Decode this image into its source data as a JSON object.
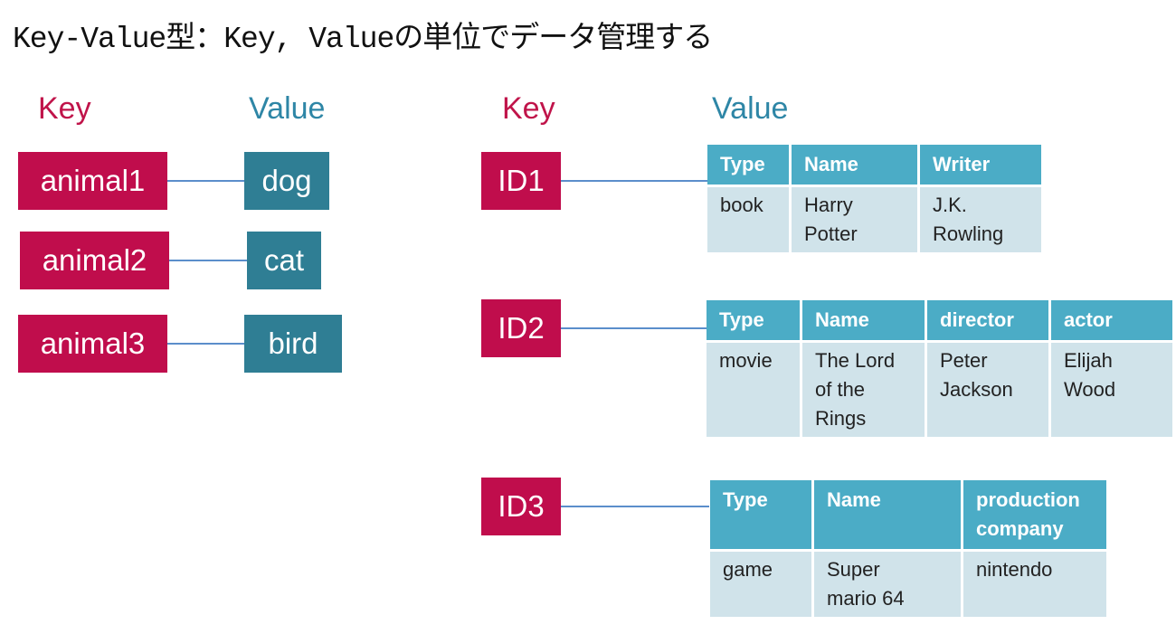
{
  "title": "Key-Value型：Key, Valueの単位でデータ管理する",
  "left": {
    "key_header": "Key",
    "value_header": "Value",
    "pairs": [
      {
        "key": "animal1",
        "value": "dog"
      },
      {
        "key": "animal2",
        "value": "cat"
      },
      {
        "key": "animal3",
        "value": "bird"
      }
    ]
  },
  "right": {
    "key_header": "Key",
    "value_header": "Value",
    "items": [
      {
        "key": "ID1",
        "headers": [
          "Type",
          "Name",
          "Writer"
        ],
        "row": [
          "book",
          "Harry\nPotter",
          "J.K.\nRowling"
        ]
      },
      {
        "key": "ID2",
        "headers": [
          "Type",
          "Name",
          "director",
          "actor"
        ],
        "row": [
          "movie",
          "The Lord\nof the\nRings",
          "Peter\nJackson",
          "Elijah\nWood"
        ]
      },
      {
        "key": "ID3",
        "headers": [
          "Type",
          "Name",
          "production\ncompany"
        ],
        "row": [
          "game",
          "Super\nmario 64",
          "nintendo"
        ]
      }
    ]
  },
  "colors": {
    "key_box": "#c00d4c",
    "value_box": "#2f7e94",
    "table_header": "#4bacc6",
    "table_cell": "#d0e3ea",
    "connector": "#5b8ecb"
  }
}
